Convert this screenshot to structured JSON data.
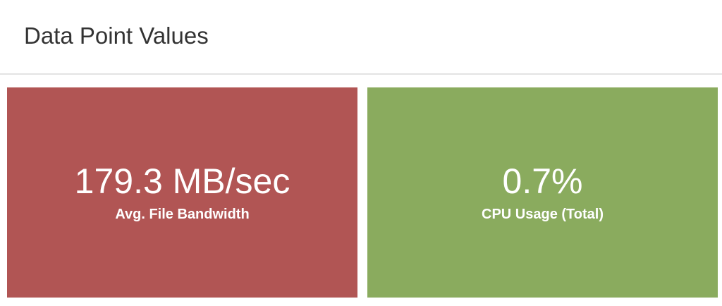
{
  "header": {
    "title": "Data Point Values"
  },
  "tiles": [
    {
      "value": "179.3 MB/sec",
      "label": "Avg. File Bandwidth",
      "color": "#b15554"
    },
    {
      "value": "0.7%",
      "label": "CPU Usage (Total)",
      "color": "#8aab5e"
    }
  ]
}
